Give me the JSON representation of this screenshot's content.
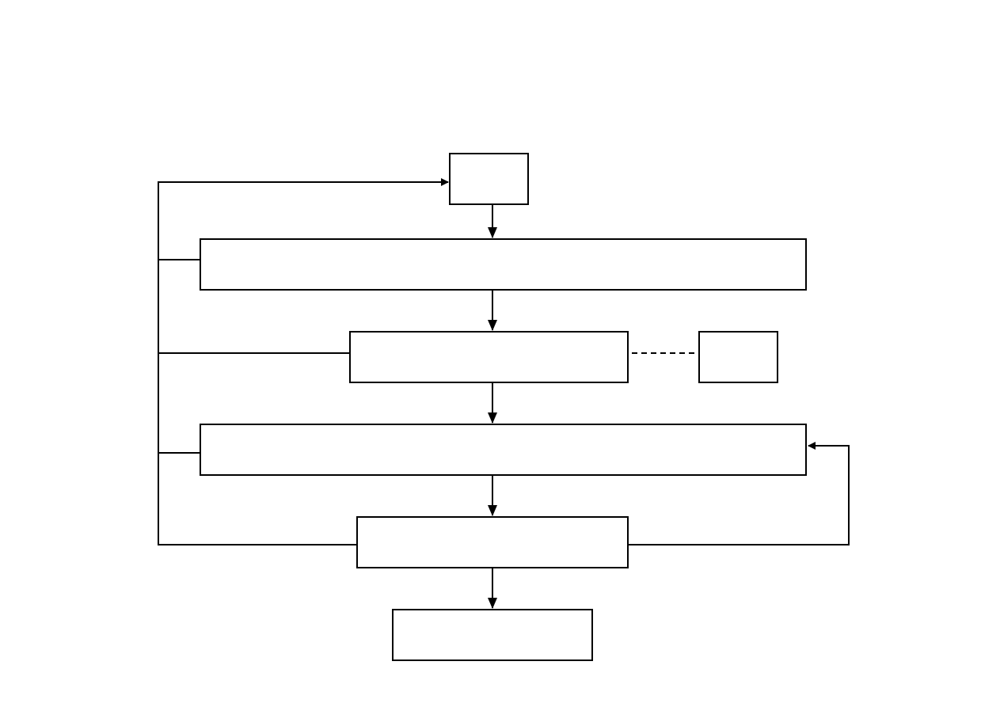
{
  "diagram": {
    "type": "flowchart",
    "nodes": [
      {
        "id": "start",
        "label": ""
      },
      {
        "id": "step1",
        "label": ""
      },
      {
        "id": "step2",
        "label": ""
      },
      {
        "id": "side",
        "label": ""
      },
      {
        "id": "step3",
        "label": ""
      },
      {
        "id": "decision",
        "label": ""
      },
      {
        "id": "end",
        "label": ""
      }
    ],
    "edges": [
      {
        "from": "start",
        "to": "step1",
        "style": "solid",
        "arrow": true
      },
      {
        "from": "step1",
        "to": "step2",
        "style": "solid",
        "arrow": true
      },
      {
        "from": "step2",
        "to": "step3",
        "style": "solid",
        "arrow": true
      },
      {
        "from": "step3",
        "to": "decision",
        "style": "solid",
        "arrow": true
      },
      {
        "from": "decision",
        "to": "end",
        "style": "solid",
        "arrow": true
      },
      {
        "from": "step2",
        "to": "side",
        "style": "dashed",
        "arrow": false
      },
      {
        "from": "decision",
        "to": "step3",
        "style": "solid",
        "arrow": true,
        "route": "right-loop"
      },
      {
        "from": "decision",
        "to": "start",
        "style": "solid",
        "arrow": true,
        "route": "left-loop"
      },
      {
        "from": "step1",
        "to": "left-loop",
        "style": "solid",
        "arrow": false
      },
      {
        "from": "step2",
        "to": "left-loop",
        "style": "solid",
        "arrow": false
      },
      {
        "from": "step3",
        "to": "left-loop",
        "style": "solid",
        "arrow": false
      }
    ],
    "colors": {
      "stroke": "#000000",
      "fill": "#ffffff",
      "background": "#ffffff"
    }
  }
}
